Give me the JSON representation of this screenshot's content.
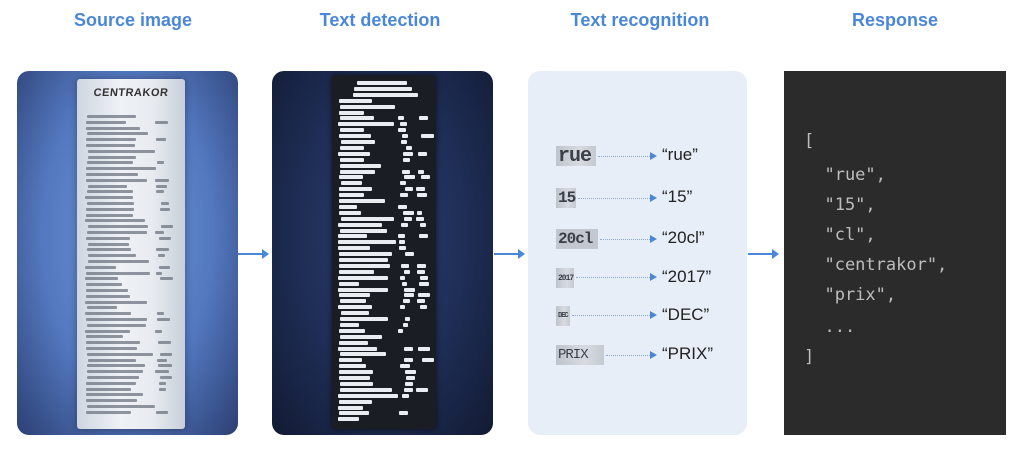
{
  "stages": [
    {
      "title": "Source image"
    },
    {
      "title": "Text detection"
    },
    {
      "title": "Text recognition"
    },
    {
      "title": "Response"
    }
  ],
  "source_receipt": {
    "logo_text": "CENTRAKOR"
  },
  "recognition": {
    "items": [
      {
        "crop_text": "rue",
        "result": "“rue”"
      },
      {
        "crop_text": "15",
        "result": "“15”"
      },
      {
        "crop_text": "20cl",
        "result": "“20cl”"
      },
      {
        "crop_text": "2017",
        "result": "“2017”"
      },
      {
        "crop_text": "DEC",
        "result": "“DEC”"
      },
      {
        "crop_text": "PRIX",
        "result": "“PRIX”"
      }
    ]
  },
  "response": {
    "lines": [
      "[",
      "  \"rue\",",
      "  \"15\",",
      "  \"cl\",",
      "  \"centrakor\",",
      "  \"prix\",",
      "  ...",
      "]"
    ]
  },
  "colors": {
    "title_blue": "#4b87d8",
    "arrow_blue": "#4b87d8",
    "response_bg": "#2b2b2b",
    "recognition_bg": "#e7eef8"
  }
}
